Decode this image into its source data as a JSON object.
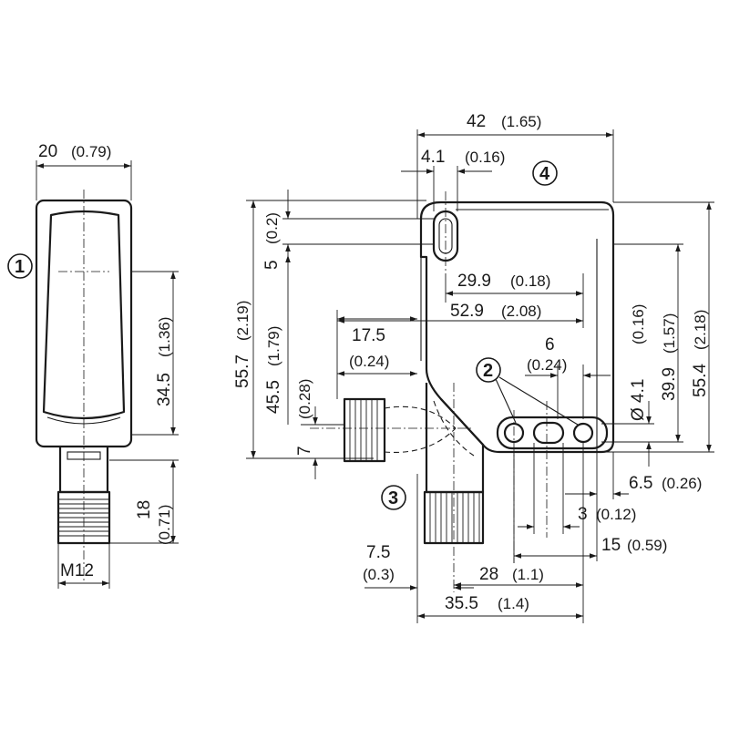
{
  "callouts": [
    "1",
    "2",
    "3",
    "4"
  ],
  "dims": {
    "width_20": "20",
    "width_20_in": "(0.79)",
    "h_34_5": "34.5",
    "h_34_5_in": "(1.36)",
    "h_18": "18",
    "h_18_in": "(0.71)",
    "thread": "M12",
    "w_42": "42",
    "w_42_in": "(1.65)",
    "w_4_1": "4.1",
    "w_4_1_in": "(0.16)",
    "h_0_2": "(0.2)",
    "h_5": "5",
    "h_55_7": "55.7",
    "h_55_7_in": "(2.19)",
    "h_45_5": "45.5",
    "h_45_5_in": "(1.79)",
    "h_7": "7",
    "h_7_in": "(0.28)",
    "w_17_5": "17.5",
    "w_17_5_in": "(0.24)",
    "w_29_9": "29.9",
    "w_29_9_in": "(0.18)",
    "w_52_9": "52.9",
    "w_52_9_in": "(2.08)",
    "w_6": "6",
    "w_6_in": "(0.24)",
    "d_4_1": "Ø 4.1",
    "d_4_1_in": "(0.16)",
    "h_39_9": "39.9",
    "h_39_9_in": "(1.57)",
    "h_55_4": "55.4",
    "h_55_4_in": "(2.18)",
    "w_6_5": "6.5",
    "w_6_5_in": "(0.26)",
    "w_3": "3",
    "w_3_in": "(0.12)",
    "w_15": "15",
    "w_15_in": "(0.59)",
    "w_7_5": "7.5",
    "w_7_5_in": "(0.3)",
    "w_28": "28",
    "w_28_in": "(1.1)",
    "w_35_5": "35.5",
    "w_35_5_in": "(1.4)"
  }
}
